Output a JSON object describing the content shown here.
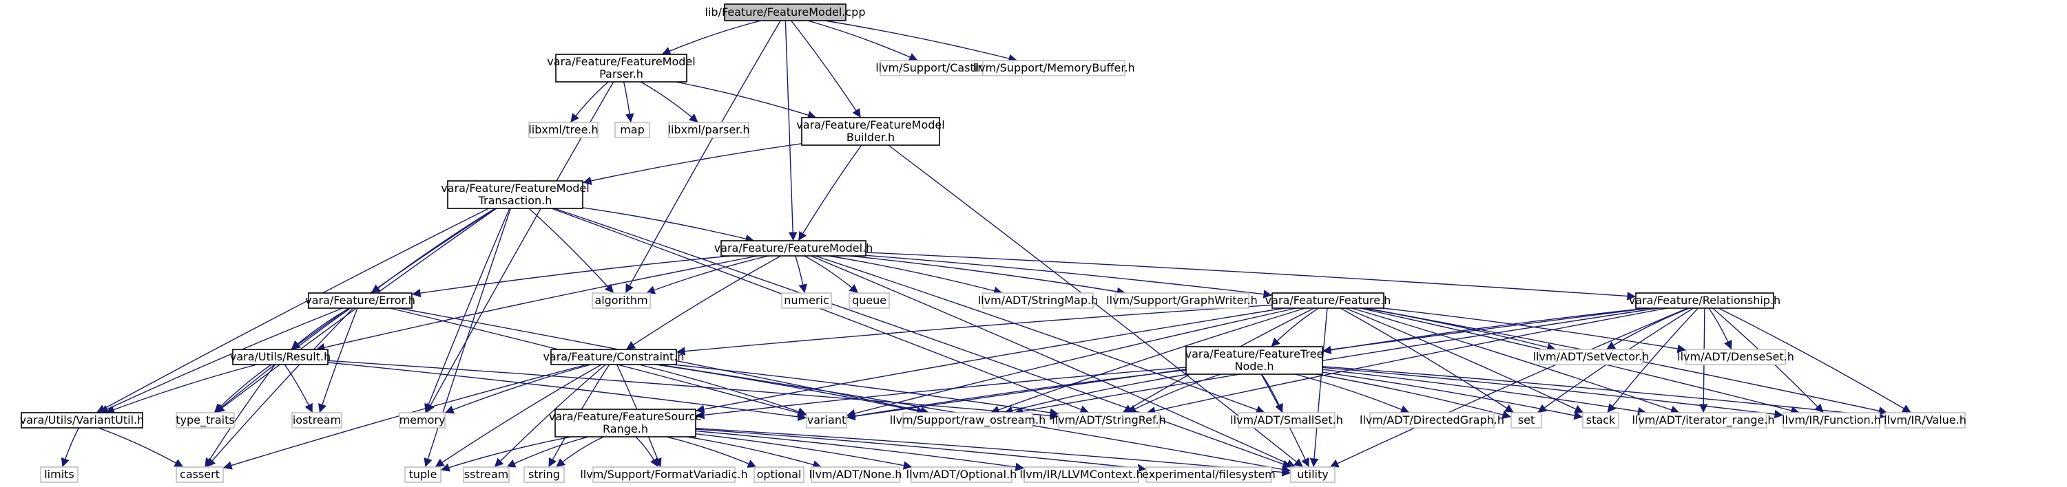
{
  "diagram": {
    "nodes": [
      {
        "id": "root",
        "lines": [
          "lib/Feature/FeatureModel.cpp"
        ],
        "kind": "root"
      },
      {
        "id": "fmparser",
        "lines": [
          "vara/Feature/FeatureModel",
          "Parser.h"
        ],
        "kind": "internal"
      },
      {
        "id": "casting",
        "lines": [
          "llvm/Support/Casting.h"
        ],
        "kind": "external"
      },
      {
        "id": "membuf",
        "lines": [
          "llvm/Support/MemoryBuffer.h"
        ],
        "kind": "external"
      },
      {
        "id": "libxmltree",
        "lines": [
          "libxml/tree.h"
        ],
        "kind": "external"
      },
      {
        "id": "map",
        "lines": [
          "map"
        ],
        "kind": "external"
      },
      {
        "id": "libxmlparser",
        "lines": [
          "libxml/parser.h"
        ],
        "kind": "external"
      },
      {
        "id": "fmbuilder",
        "lines": [
          "vara/Feature/FeatureModel",
          "Builder.h"
        ],
        "kind": "internal"
      },
      {
        "id": "fmtrans",
        "lines": [
          "vara/Feature/FeatureModel",
          "Transaction.h"
        ],
        "kind": "internal"
      },
      {
        "id": "fmh",
        "lines": [
          "vara/Feature/FeatureModel.h"
        ],
        "kind": "internal"
      },
      {
        "id": "error",
        "lines": [
          "vara/Feature/Error.h"
        ],
        "kind": "internal"
      },
      {
        "id": "algorithm",
        "lines": [
          "algorithm"
        ],
        "kind": "external"
      },
      {
        "id": "numeric",
        "lines": [
          "numeric"
        ],
        "kind": "external"
      },
      {
        "id": "queue",
        "lines": [
          "queue"
        ],
        "kind": "external"
      },
      {
        "id": "stringmap",
        "lines": [
          "llvm/ADT/StringMap.h"
        ],
        "kind": "external"
      },
      {
        "id": "graphwriter",
        "lines": [
          "llvm/Support/GraphWriter.h"
        ],
        "kind": "external"
      },
      {
        "id": "feature",
        "lines": [
          "vara/Feature/Feature.h"
        ],
        "kind": "internal"
      },
      {
        "id": "relationship",
        "lines": [
          "vara/Feature/Relationship.h"
        ],
        "kind": "internal"
      },
      {
        "id": "result",
        "lines": [
          "vara/Utils/Result.h"
        ],
        "kind": "internal"
      },
      {
        "id": "constraint",
        "lines": [
          "vara/Feature/Constraint.h"
        ],
        "kind": "internal"
      },
      {
        "id": "ftnode",
        "lines": [
          "vara/Feature/FeatureTree",
          "Node.h"
        ],
        "kind": "internal"
      },
      {
        "id": "setvector",
        "lines": [
          "llvm/ADT/SetVector.h"
        ],
        "kind": "external"
      },
      {
        "id": "denseset",
        "lines": [
          "llvm/ADT/DenseSet.h"
        ],
        "kind": "external"
      },
      {
        "id": "variantutil",
        "lines": [
          "vara/Utils/VariantUtil.h"
        ],
        "kind": "internal"
      },
      {
        "id": "typetraits",
        "lines": [
          "type_traits"
        ],
        "kind": "external"
      },
      {
        "id": "iostream",
        "lines": [
          "iostream"
        ],
        "kind": "external"
      },
      {
        "id": "memory",
        "lines": [
          "memory"
        ],
        "kind": "external"
      },
      {
        "id": "variant",
        "lines": [
          "variant"
        ],
        "kind": "external"
      },
      {
        "id": "fsrange",
        "lines": [
          "vara/Feature/FeatureSource",
          "Range.h"
        ],
        "kind": "internal"
      },
      {
        "id": "rawostream",
        "lines": [
          "llvm/Support/raw_ostream.h"
        ],
        "kind": "external"
      },
      {
        "id": "stringref",
        "lines": [
          "llvm/ADT/StringRef.h"
        ],
        "kind": "external"
      },
      {
        "id": "smallset",
        "lines": [
          "llvm/ADT/SmallSet.h"
        ],
        "kind": "external"
      },
      {
        "id": "directedgraph",
        "lines": [
          "llvm/ADT/DirectedGraph.h"
        ],
        "kind": "external"
      },
      {
        "id": "set",
        "lines": [
          "set"
        ],
        "kind": "external"
      },
      {
        "id": "stack",
        "lines": [
          "stack"
        ],
        "kind": "external"
      },
      {
        "id": "iterrange",
        "lines": [
          "llvm/ADT/iterator_range.h"
        ],
        "kind": "external"
      },
      {
        "id": "irfunction",
        "lines": [
          "llvm/IR/Function.h"
        ],
        "kind": "external"
      },
      {
        "id": "irvalue",
        "lines": [
          "llvm/IR/Value.h"
        ],
        "kind": "external"
      },
      {
        "id": "limits",
        "lines": [
          "limits"
        ],
        "kind": "external"
      },
      {
        "id": "cassert",
        "lines": [
          "cassert"
        ],
        "kind": "external"
      },
      {
        "id": "tuple",
        "lines": [
          "tuple"
        ],
        "kind": "external"
      },
      {
        "id": "sstream",
        "lines": [
          "sstream"
        ],
        "kind": "external"
      },
      {
        "id": "string",
        "lines": [
          "string"
        ],
        "kind": "external"
      },
      {
        "id": "formatvariadic",
        "lines": [
          "llvm/Support/FormatVariadic.h"
        ],
        "kind": "external"
      },
      {
        "id": "optional",
        "lines": [
          "optional"
        ],
        "kind": "external"
      },
      {
        "id": "adtnone",
        "lines": [
          "llvm/ADT/None.h"
        ],
        "kind": "external"
      },
      {
        "id": "adtoptional",
        "lines": [
          "llvm/ADT/Optional.h"
        ],
        "kind": "external"
      },
      {
        "id": "llvmcontext",
        "lines": [
          "llvm/IR/LLVMContext.h"
        ],
        "kind": "external"
      },
      {
        "id": "filesystem",
        "lines": [
          "experimental/filesystem"
        ],
        "kind": "external"
      },
      {
        "id": "utility",
        "lines": [
          "utility"
        ],
        "kind": "external"
      }
    ],
    "edges": [
      [
        "root",
        "fmparser"
      ],
      [
        "root",
        "casting"
      ],
      [
        "root",
        "membuf"
      ],
      [
        "root",
        "fmbuilder"
      ],
      [
        "root",
        "fmh"
      ],
      [
        "root",
        "algorithm"
      ],
      [
        "fmparser",
        "libxmltree"
      ],
      [
        "fmparser",
        "map"
      ],
      [
        "fmparser",
        "libxmlparser"
      ],
      [
        "fmparser",
        "fmbuilder"
      ],
      [
        "fmparser",
        "memory"
      ],
      [
        "fmbuilder",
        "fmtrans"
      ],
      [
        "fmbuilder",
        "fmh"
      ],
      [
        "fmbuilder",
        "utility"
      ],
      [
        "fmtrans",
        "fmh"
      ],
      [
        "fmtrans",
        "error"
      ],
      [
        "fmtrans",
        "algorithm"
      ],
      [
        "fmtrans",
        "result"
      ],
      [
        "fmtrans",
        "variantutil"
      ],
      [
        "fmtrans",
        "typetraits"
      ],
      [
        "fmtrans",
        "memory"
      ],
      [
        "fmtrans",
        "tuple"
      ],
      [
        "fmtrans",
        "stringref"
      ],
      [
        "fmtrans",
        "utility"
      ],
      [
        "fmh",
        "error"
      ],
      [
        "fmh",
        "algorithm"
      ],
      [
        "fmh",
        "numeric"
      ],
      [
        "fmh",
        "queue"
      ],
      [
        "fmh",
        "stringmap"
      ],
      [
        "fmh",
        "graphwriter"
      ],
      [
        "fmh",
        "feature"
      ],
      [
        "fmh",
        "relationship"
      ],
      [
        "fmh",
        "result"
      ],
      [
        "fmh",
        "constraint"
      ],
      [
        "fmh",
        "smallset"
      ],
      [
        "fmh",
        "utility"
      ],
      [
        "error",
        "result"
      ],
      [
        "error",
        "variantutil"
      ],
      [
        "error",
        "typetraits"
      ],
      [
        "error",
        "iostream"
      ],
      [
        "error",
        "cassert"
      ],
      [
        "error",
        "variant"
      ],
      [
        "error",
        "rawostream"
      ],
      [
        "result",
        "variantutil"
      ],
      [
        "result",
        "typetraits"
      ],
      [
        "result",
        "iostream"
      ],
      [
        "result",
        "cassert"
      ],
      [
        "result",
        "variant"
      ],
      [
        "result",
        "stringref"
      ],
      [
        "variantutil",
        "limits"
      ],
      [
        "variantutil",
        "cassert"
      ],
      [
        "feature",
        "constraint"
      ],
      [
        "feature",
        "ftnode"
      ],
      [
        "feature",
        "fsrange"
      ],
      [
        "feature",
        "setvector"
      ],
      [
        "feature",
        "denseset"
      ],
      [
        "feature",
        "variant"
      ],
      [
        "feature",
        "rawostream"
      ],
      [
        "feature",
        "stringref"
      ],
      [
        "feature",
        "set"
      ],
      [
        "feature",
        "stack"
      ],
      [
        "feature",
        "iterrange"
      ],
      [
        "feature",
        "irfunction"
      ],
      [
        "feature",
        "irvalue"
      ],
      [
        "feature",
        "utility"
      ],
      [
        "relationship",
        "ftnode"
      ],
      [
        "relationship",
        "setvector"
      ],
      [
        "relationship",
        "denseset"
      ],
      [
        "relationship",
        "set"
      ],
      [
        "relationship",
        "stack"
      ],
      [
        "relationship",
        "iterrange"
      ],
      [
        "relationship",
        "irfunction"
      ],
      [
        "relationship",
        "irvalue"
      ],
      [
        "relationship",
        "utility"
      ],
      [
        "relationship",
        "variant"
      ],
      [
        "relationship",
        "stringref"
      ],
      [
        "relationship",
        "rawostream"
      ],
      [
        "constraint",
        "memory"
      ],
      [
        "constraint",
        "cassert"
      ],
      [
        "constraint",
        "variant"
      ],
      [
        "constraint",
        "rawostream"
      ],
      [
        "constraint",
        "stringref"
      ],
      [
        "constraint",
        "sstream"
      ],
      [
        "constraint",
        "string"
      ],
      [
        "constraint",
        "formatvariadic"
      ],
      [
        "constraint",
        "utility"
      ],
      [
        "constraint",
        "tuple"
      ],
      [
        "ftnode",
        "fsrange"
      ],
      [
        "ftnode",
        "variant"
      ],
      [
        "ftnode",
        "rawostream"
      ],
      [
        "ftnode",
        "stringref"
      ],
      [
        "ftnode",
        "smallset"
      ],
      [
        "ftnode",
        "directedgraph"
      ],
      [
        "ftnode",
        "set"
      ],
      [
        "ftnode",
        "stack"
      ],
      [
        "ftnode",
        "iterrange"
      ],
      [
        "ftnode",
        "irfunction"
      ],
      [
        "ftnode",
        "irvalue"
      ],
      [
        "ftnode",
        "utility"
      ],
      [
        "fsrange",
        "tuple"
      ],
      [
        "fsrange",
        "sstream"
      ],
      [
        "fsrange",
        "string"
      ],
      [
        "fsrange",
        "formatvariadic"
      ],
      [
        "fsrange",
        "optional"
      ],
      [
        "fsrange",
        "adtnone"
      ],
      [
        "fsrange",
        "adtoptional"
      ],
      [
        "fsrange",
        "llvmcontext"
      ],
      [
        "fsrange",
        "filesystem"
      ],
      [
        "fsrange",
        "utility"
      ]
    ]
  }
}
